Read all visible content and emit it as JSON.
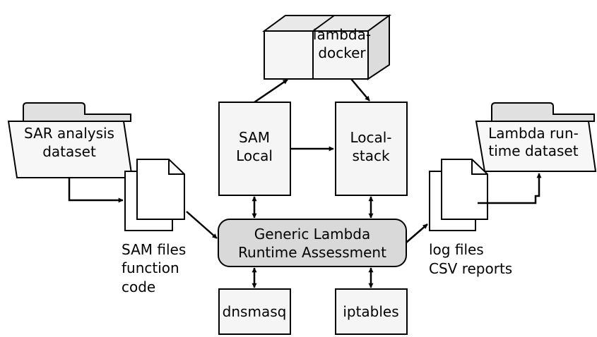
{
  "nodes": {
    "sar_dataset": {
      "line1": "SAR analysis",
      "line2": "dataset"
    },
    "lambda_runtime_dataset": {
      "line1": "Lambda run-",
      "line2": "time dataset"
    },
    "lambda_docker": {
      "line1": "lambda-",
      "line2": "docker"
    },
    "sam_local": {
      "line1": "SAM",
      "line2": "Local"
    },
    "localstack": {
      "line1": "Local-",
      "line2": "stack"
    },
    "generic_lambda": {
      "line1": "Generic Lambda",
      "line2": "Runtime Assessment"
    },
    "dnsmasq": {
      "label": "dnsmasq"
    },
    "iptables": {
      "label": "iptables"
    }
  },
  "labels": {
    "sam_files": {
      "line1": "SAM files",
      "line2": "function",
      "line3": "code"
    },
    "log_files": {
      "line1": "log files",
      "line2": "CSV reports"
    }
  },
  "colors": {
    "box_fill": "#f5f5f5",
    "central_fill": "#d9d9d9",
    "folder_tab": "#e0e0e0",
    "stroke": "#000000"
  }
}
